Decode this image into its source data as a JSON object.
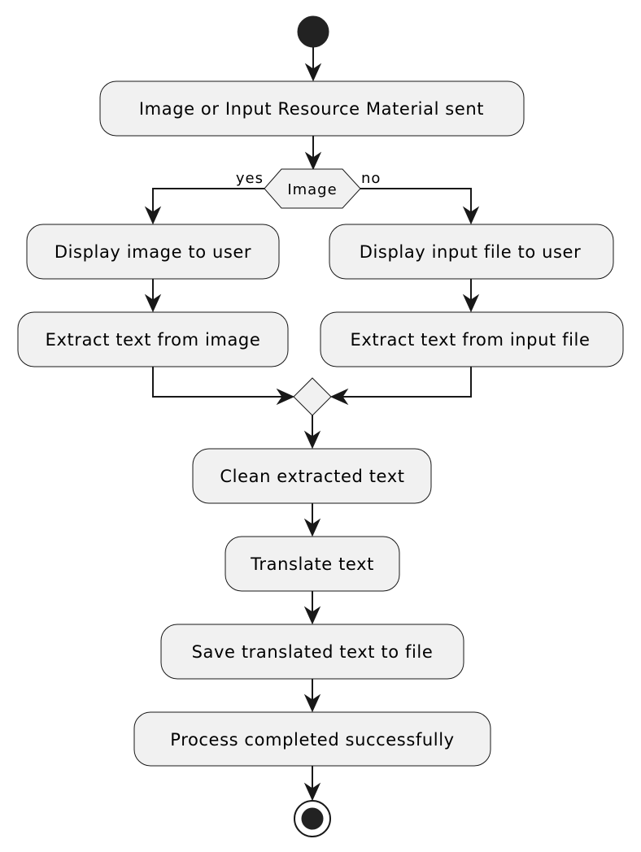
{
  "diagram": {
    "activities": {
      "input_sent": "Image or Input Resource Material sent",
      "display_image": "Display image to user",
      "display_file": "Display input file to user",
      "extract_image": "Extract text from image",
      "extract_file": "Extract text from input file",
      "clean": "Clean extracted text",
      "translate": "Translate text",
      "save": "Save translated text to file",
      "complete": "Process completed successfully"
    },
    "decision": {
      "label": "Image",
      "yes_label": "yes",
      "no_label": "no"
    }
  }
}
